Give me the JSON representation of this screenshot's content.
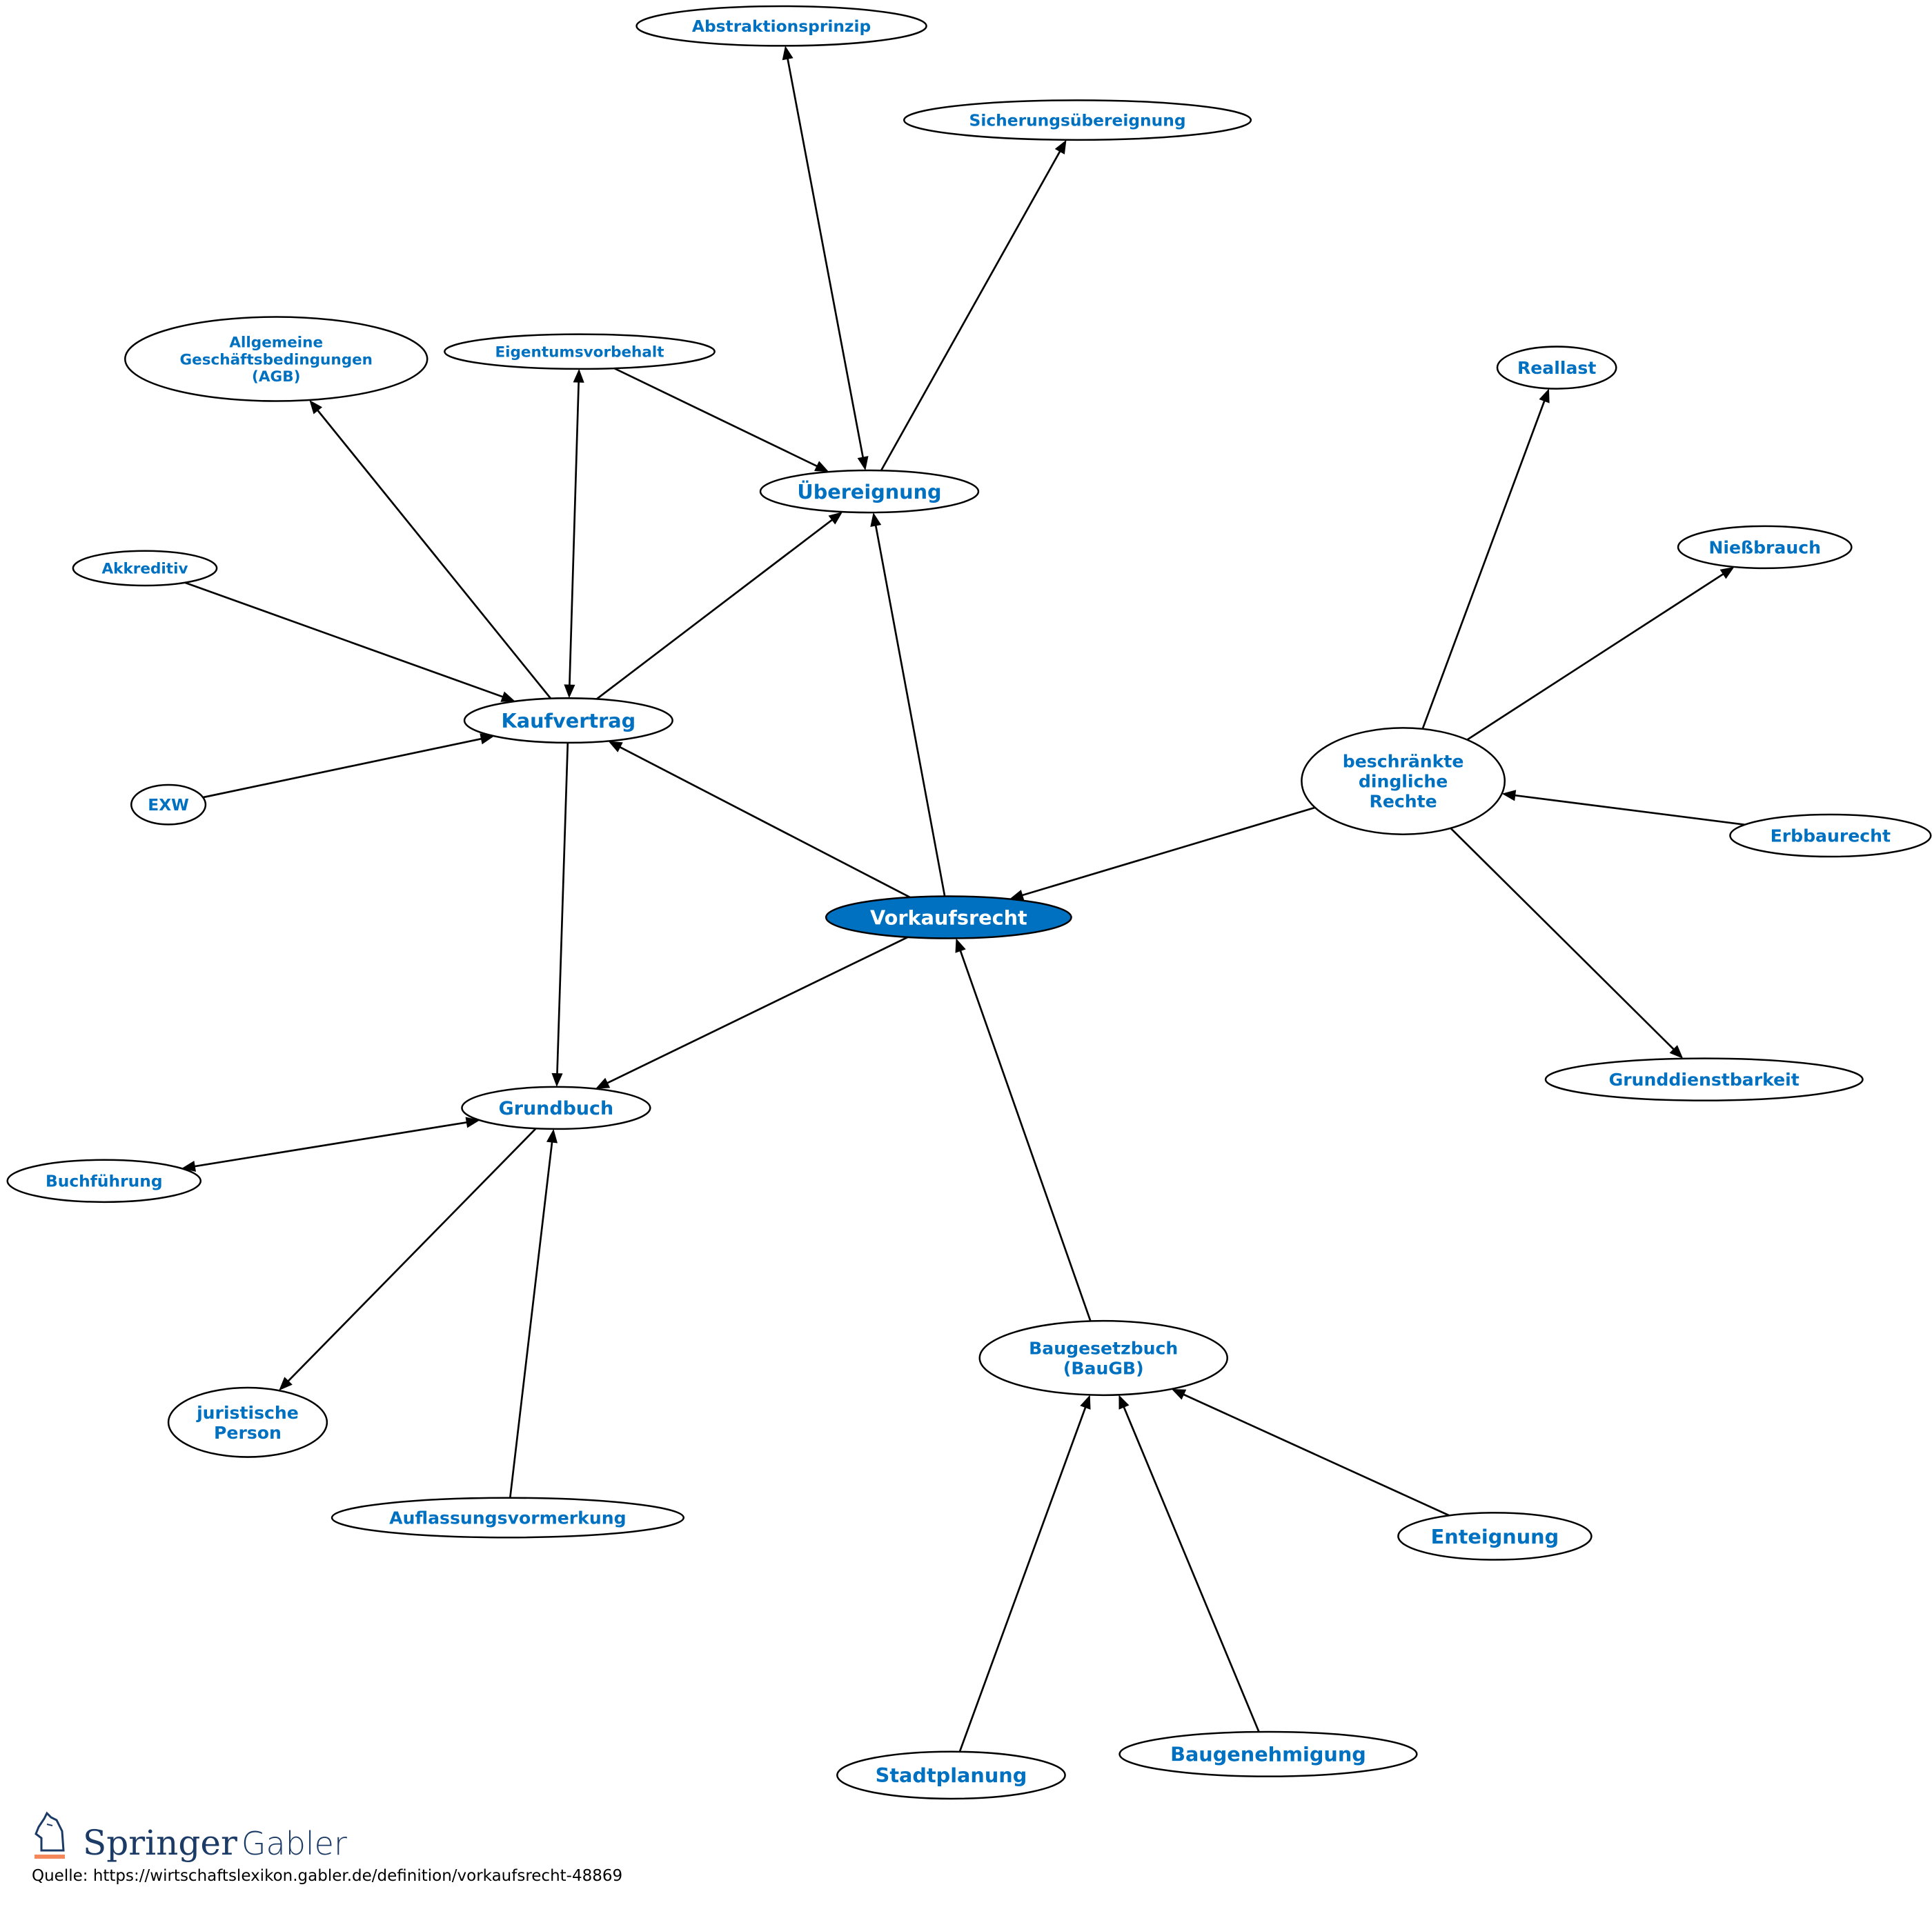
{
  "center": "Vorkaufsrecht",
  "nodes": {
    "abstraktion": [
      "Abstraktionsprinzip"
    ],
    "sicherung": [
      "Sicherungsübereignung"
    ],
    "agb": [
      "Allgemeine",
      "Geschäftsbedingungen",
      "(AGB)"
    ],
    "eigentum": [
      "Eigentumsvorbehalt"
    ],
    "uebereignung": [
      "Übereignung"
    ],
    "reallast": [
      "Reallast"
    ],
    "niessbrauch": [
      "Nießbrauch"
    ],
    "akkreditiv": [
      "Akkreditiv"
    ],
    "kaufvertrag": [
      "Kaufvertrag"
    ],
    "beschraenkte": [
      "beschränkte",
      "dingliche",
      "Rechte"
    ],
    "exw": [
      "EXW"
    ],
    "erbbaurecht": [
      "Erbbaurecht"
    ],
    "vorkaufsrecht": [
      "Vorkaufsrecht"
    ],
    "grunddienst": [
      "Grunddienstbarkeit"
    ],
    "grundbuch": [
      "Grundbuch"
    ],
    "buchfuehrung": [
      "Buchführung"
    ],
    "baugb": [
      "Baugesetzbuch",
      "(BauGB)"
    ],
    "juristische": [
      "juristische",
      "Person"
    ],
    "auflassung": [
      "Auflassungsvormerkung"
    ],
    "enteignung": [
      "Enteignung"
    ],
    "baugenehmigung": [
      "Baugenehmigung"
    ],
    "stadtplanung": [
      "Stadtplanung"
    ]
  },
  "edges": [
    {
      "from": "uebereignung",
      "to": "abstraktion",
      "both": true
    },
    {
      "from": "uebereignung",
      "to": "sicherung"
    },
    {
      "from": "eigentum",
      "to": "uebereignung"
    },
    {
      "from": "kaufvertrag",
      "to": "uebereignung"
    },
    {
      "from": "kaufvertrag",
      "to": "agb"
    },
    {
      "from": "kaufvertrag",
      "to": "eigentum",
      "both": true
    },
    {
      "from": "akkreditiv",
      "to": "kaufvertrag"
    },
    {
      "from": "exw",
      "to": "kaufvertrag"
    },
    {
      "from": "vorkaufsrecht",
      "to": "kaufvertrag"
    },
    {
      "from": "vorkaufsrecht",
      "to": "uebereignung"
    },
    {
      "from": "kaufvertrag",
      "to": "grundbuch"
    },
    {
      "from": "vorkaufsrecht",
      "to": "grundbuch"
    },
    {
      "from": "beschraenkte",
      "to": "vorkaufsrecht"
    },
    {
      "from": "beschraenkte",
      "to": "reallast"
    },
    {
      "from": "beschraenkte",
      "to": "niessbrauch"
    },
    {
      "from": "erbbaurecht",
      "to": "beschraenkte"
    },
    {
      "from": "beschraenkte",
      "to": "grunddienst"
    },
    {
      "from": "baugb",
      "to": "vorkaufsrecht"
    },
    {
      "from": "grundbuch",
      "to": "buchfuehrung",
      "both": true
    },
    {
      "from": "grundbuch",
      "to": "juristische"
    },
    {
      "from": "auflassung",
      "to": "grundbuch"
    },
    {
      "from": "enteignung",
      "to": "baugb"
    },
    {
      "from": "stadtplanung",
      "to": "baugb"
    },
    {
      "from": "baugenehmigung",
      "to": "baugb"
    }
  ],
  "colors": {
    "accent": "#0071c1",
    "logo": "#1b3a66",
    "logo_bar": "#f4885a"
  },
  "logo": {
    "brand": "Springer",
    "sub": "Gabler"
  },
  "source": "Quelle: https://wirtschaftslexikon.gabler.de/definition/vorkaufsrecht-48869"
}
